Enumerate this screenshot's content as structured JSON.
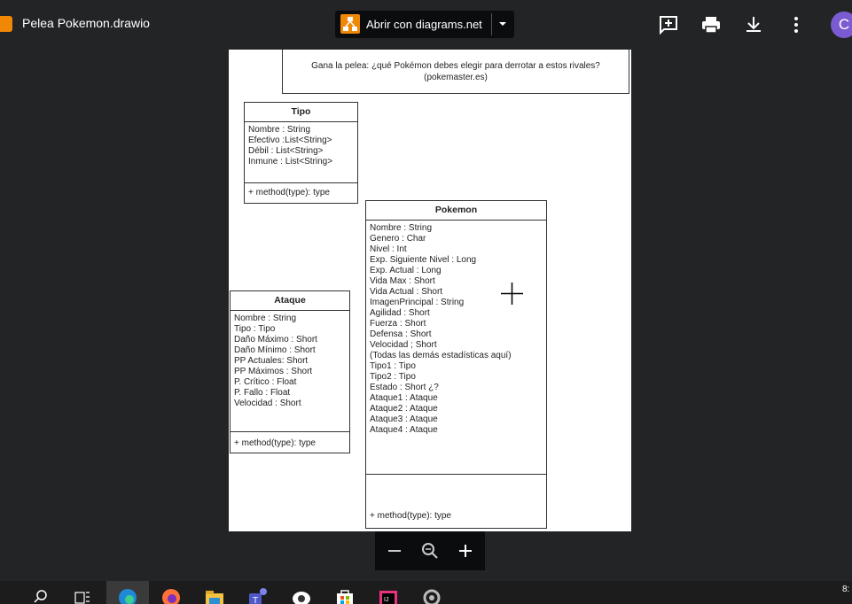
{
  "topbar": {
    "file_title": "Pelea Pokemon.drawio",
    "open_with_label": "Abrir con diagrams.net",
    "avatar_letter": "C"
  },
  "diagram": {
    "header_line1": "Gana la pelea: ¿qué Pokémon debes elegir para derrotar a estos rivales?",
    "header_line2": "(pokemaster.es)",
    "tipo": {
      "name": "Tipo",
      "attributes": [
        "Nombre : String",
        "Efectivo :List<String>",
        "Débil : List<String>",
        "Inmune : List<String>"
      ],
      "method": "+ method(type): type"
    },
    "pokemon": {
      "name": "Pokemon",
      "attributes": [
        "Nombre : String",
        "Genero : Char",
        "Nivel : Int",
        "Exp. Siguiente Nivel : Long",
        "Exp. Actual : Long",
        "Vida Max : Short",
        "Vida Actual : Short",
        "ImagenPrincipal : String",
        "Agilidad : Short",
        "Fuerza : Short",
        "Defensa : Short",
        "Velocidad ; Short",
        "(Todas las demás estadísticas aquí)",
        "Tipo1 : Tipo",
        "Tipo2 : Tipo",
        "Estado : Short ¿?",
        "Ataque1 : Ataque",
        "Ataque2 : Ataque",
        "Ataque3 : Ataque",
        "Ataque4 : Ataque"
      ],
      "method": "+ method(type): type"
    },
    "ataque": {
      "name": "Ataque",
      "attributes": [
        "Nombre : String",
        "Tipo : Tipo",
        "Daño Máximo : Short",
        "Daño Mínimo : Short",
        "PP Actuales:  Short",
        "PP Máximos : Short",
        "P. Crítico : Float",
        "P.  Fallo : Float",
        "Velocidad : Short"
      ],
      "method": "+ method(type): type"
    }
  },
  "taskbar": {
    "clock_text": "8:"
  },
  "colors": {
    "background": "#222425",
    "drawio_orange": "#f08705",
    "avatar": "#7b5bd1"
  }
}
